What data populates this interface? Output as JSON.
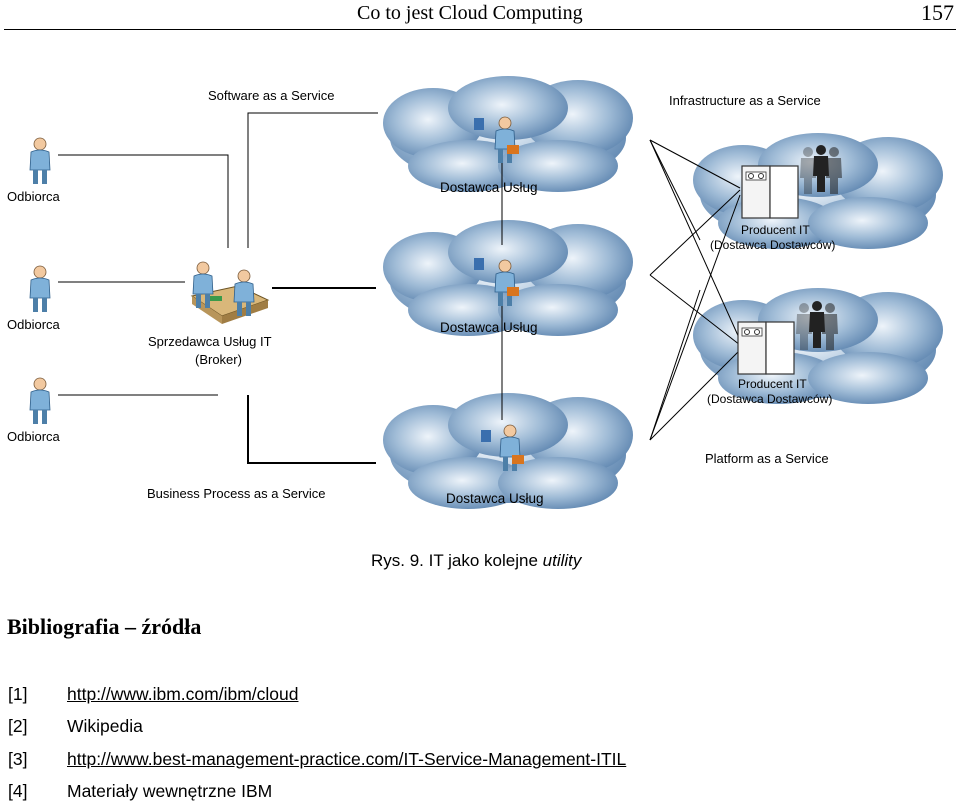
{
  "header": {
    "title": "Co to jest Cloud Computing",
    "page_number": "157"
  },
  "diagram": {
    "service_labels": {
      "saas": "Software as a Service",
      "iaas": "Infrastructure as a Service",
      "paas": "Platform as a Service",
      "bpaas": "Business Process as a Service"
    },
    "recipient_label": "Odbiorca",
    "broker_label_line1": "Sprzedawca Usług IT",
    "broker_label_line2": "(Broker)",
    "provider_label": "Dostawca Usług",
    "producer_label_line1": "Producent IT",
    "producer_label_line2": "(Dostawca Dostawców)"
  },
  "caption": {
    "prefix": "Rys. 9.  IT jako kolejne ",
    "italic": "utility"
  },
  "section_title": "Bibliografia – źródła",
  "bibliography": [
    {
      "num": "[1]",
      "text": "http://www.ibm.com/ibm/cloud"
    },
    {
      "num": "[2]",
      "text": "Wikipedia"
    },
    {
      "num": "[3]",
      "text": "http://www.best-management-practice.com/IT-Service-Management-ITIL"
    },
    {
      "num": "[4]",
      "text": "Materiały wewnętrzne IBM"
    }
  ]
}
